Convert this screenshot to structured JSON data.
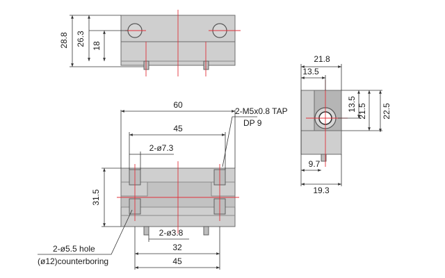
{
  "dimensions": {
    "front_view": {
      "h_288": "28.8",
      "h_263": "26.3",
      "h_18": "18"
    },
    "side_view": {
      "w_218": "21.8",
      "w_135": "13.5",
      "h_135": "13.5",
      "h_215": "21.5",
      "h_225": "22.5",
      "w_97": "9.7",
      "w_193": "19.3"
    },
    "bottom_view": {
      "w_60": "60",
      "w_45_top": "45",
      "dia_73": "2-ø7.3",
      "h_315": "31.5",
      "dia_38": "2-ø3.8",
      "w_32": "32",
      "w_45_bottom": "45"
    }
  },
  "callouts": {
    "tap_line1": "2-M5x0.8 TAP",
    "tap_line2": "DP 9",
    "hole_line1": "2-ø5.5 hole",
    "hole_line2": "(ø12)counterboring"
  }
}
